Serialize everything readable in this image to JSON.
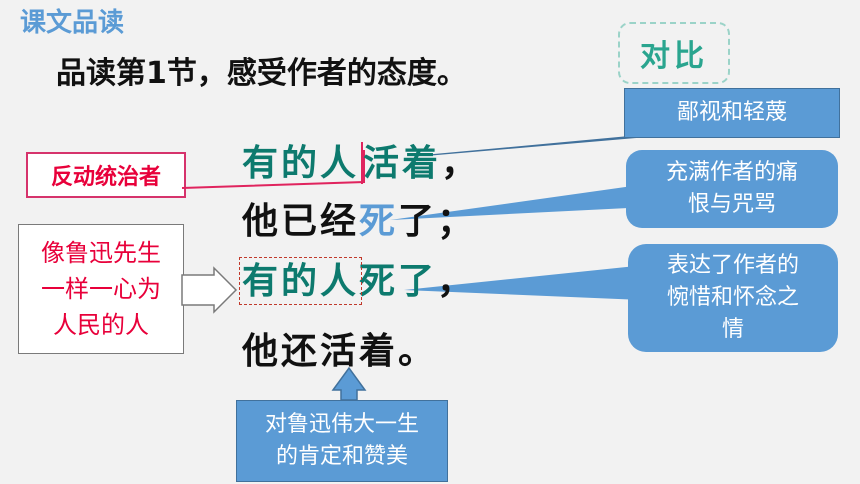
{
  "section_title": "课文品读",
  "heading": "品读第1节，感受作者的态度。",
  "compare_tag": "对比",
  "poem": {
    "line1_a": "有的人",
    "line1_b": "活着",
    "line1_c": "，",
    "line2_a": "他已经",
    "line2_b": "死",
    "line2_c": "了；",
    "line3_a": "有的人",
    "line3_b": "死了",
    "line3_c": "，",
    "line4": "他还活着。"
  },
  "labels": {
    "rulers": "反动统治者",
    "people_l1": "像鲁迅先生",
    "people_l2": "一样一心为",
    "people_l3": "人民的人"
  },
  "callouts": {
    "c1": "鄙视和轻蔑",
    "c2_l1": "充满作者的痛",
    "c2_l2": "恨与咒骂",
    "c3_l1": "表达了作者的",
    "c3_l2": "惋惜和怀念之",
    "c3_l3": "情",
    "c4_l1": "对鲁迅伟大一生",
    "c4_l2": "的肯定和赞美"
  },
  "colors": {
    "accent_blue": "#5b9bd5",
    "teal_text": "#0d7a6e",
    "red_text": "#e8003a"
  }
}
